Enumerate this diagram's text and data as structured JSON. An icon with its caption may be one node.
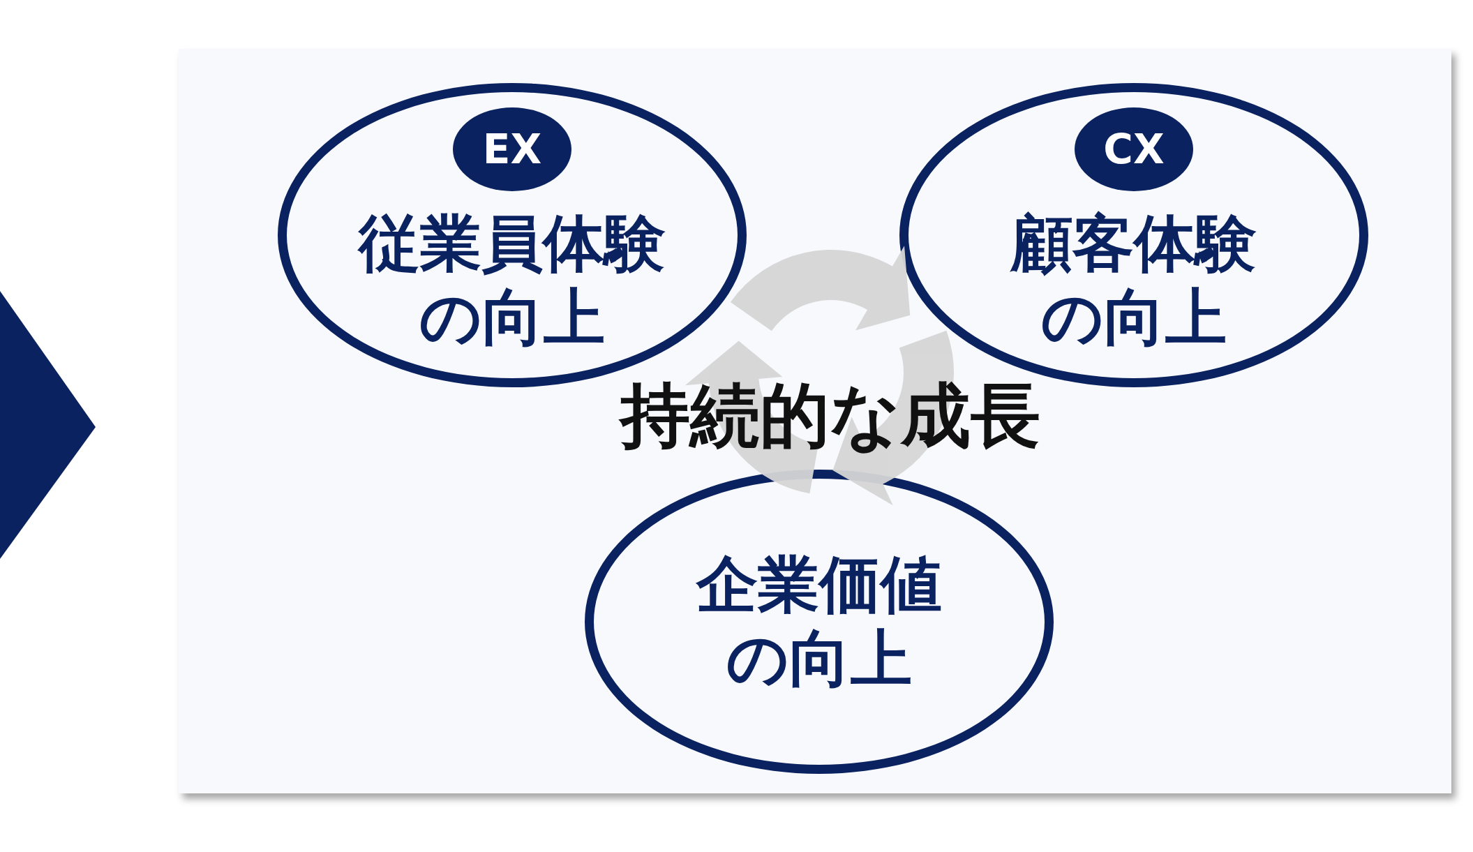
{
  "diagram": {
    "nodes": [
      {
        "text": [
          "従業員体験の向上"
        ]
      },
      {
        "text": [
          "EX"
        ],
        "in": 0
      },
      {
        "text": [
          "顧客体験の向上"
        ]
      },
      {
        "text": [
          "CX"
        ],
        "in": 2
      },
      {
        "text": [
          "企業価値の向上"
        ]
      }
    ],
    "labels": [
      "持続的な成長"
    ]
  }
}
